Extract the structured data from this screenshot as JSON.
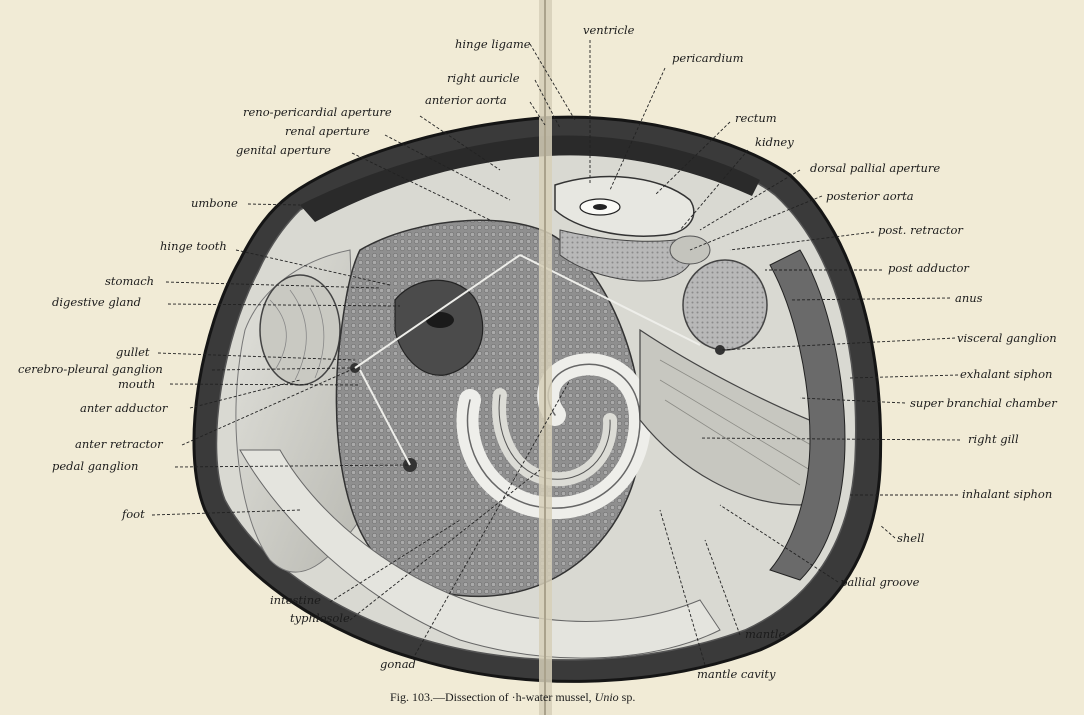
{
  "figure": {
    "caption": {
      "prefix": "Fig. 103.—Dissection of",
      "mid": "·h-water mussel,",
      "genus": "Unio",
      "suffix": "sp."
    },
    "labels": {
      "hinge_ligament": "hinge ligame",
      "ventricle": "ventricle",
      "pericardium": "pericardium",
      "right_auricle": "right auricle",
      "anterior_aorta": "anterior aorta",
      "reno_pericardial_aperture": "reno-pericardial aperture",
      "renal_aperture": "renal aperture",
      "genital_aperture": "genital aperture",
      "rectum": "rectum",
      "kidney": "kidney",
      "dorsal_pallial_aperture": "dorsal pallial aperture",
      "posterior_aorta": "posterior aorta",
      "umbone": "umbone",
      "post_retractor": "post. retractor",
      "hinge_tooth": "hinge tooth",
      "post_adductor": "post adductor",
      "stomach": "stomach",
      "digestive_gland": "digestive gland",
      "anus": "anus",
      "gullet": "gullet",
      "visceral_ganglion": "visceral ganglion",
      "cerebro_pleural_ganglion": "cerebro-pleural ganglion",
      "mouth": "mouth",
      "exhalant_siphon": "exhalant siphon",
      "anter_adductor": "anter adductor",
      "super_branchial_chamber": "super branchial chamber",
      "anter_retractor": "anter retractor",
      "right_gill": "right gill",
      "pedal_ganglion": "pedal ganglion",
      "inhalant_siphon": "inhalant siphon",
      "foot": "foot",
      "shell": "shell",
      "pallial_groove": "pallial groove",
      "intestine": "intestine",
      "typhlosole": "typhlosole",
      "mantle": "mantle",
      "gonad": "gonad",
      "mantle_cavity": "mantle cavity"
    }
  }
}
